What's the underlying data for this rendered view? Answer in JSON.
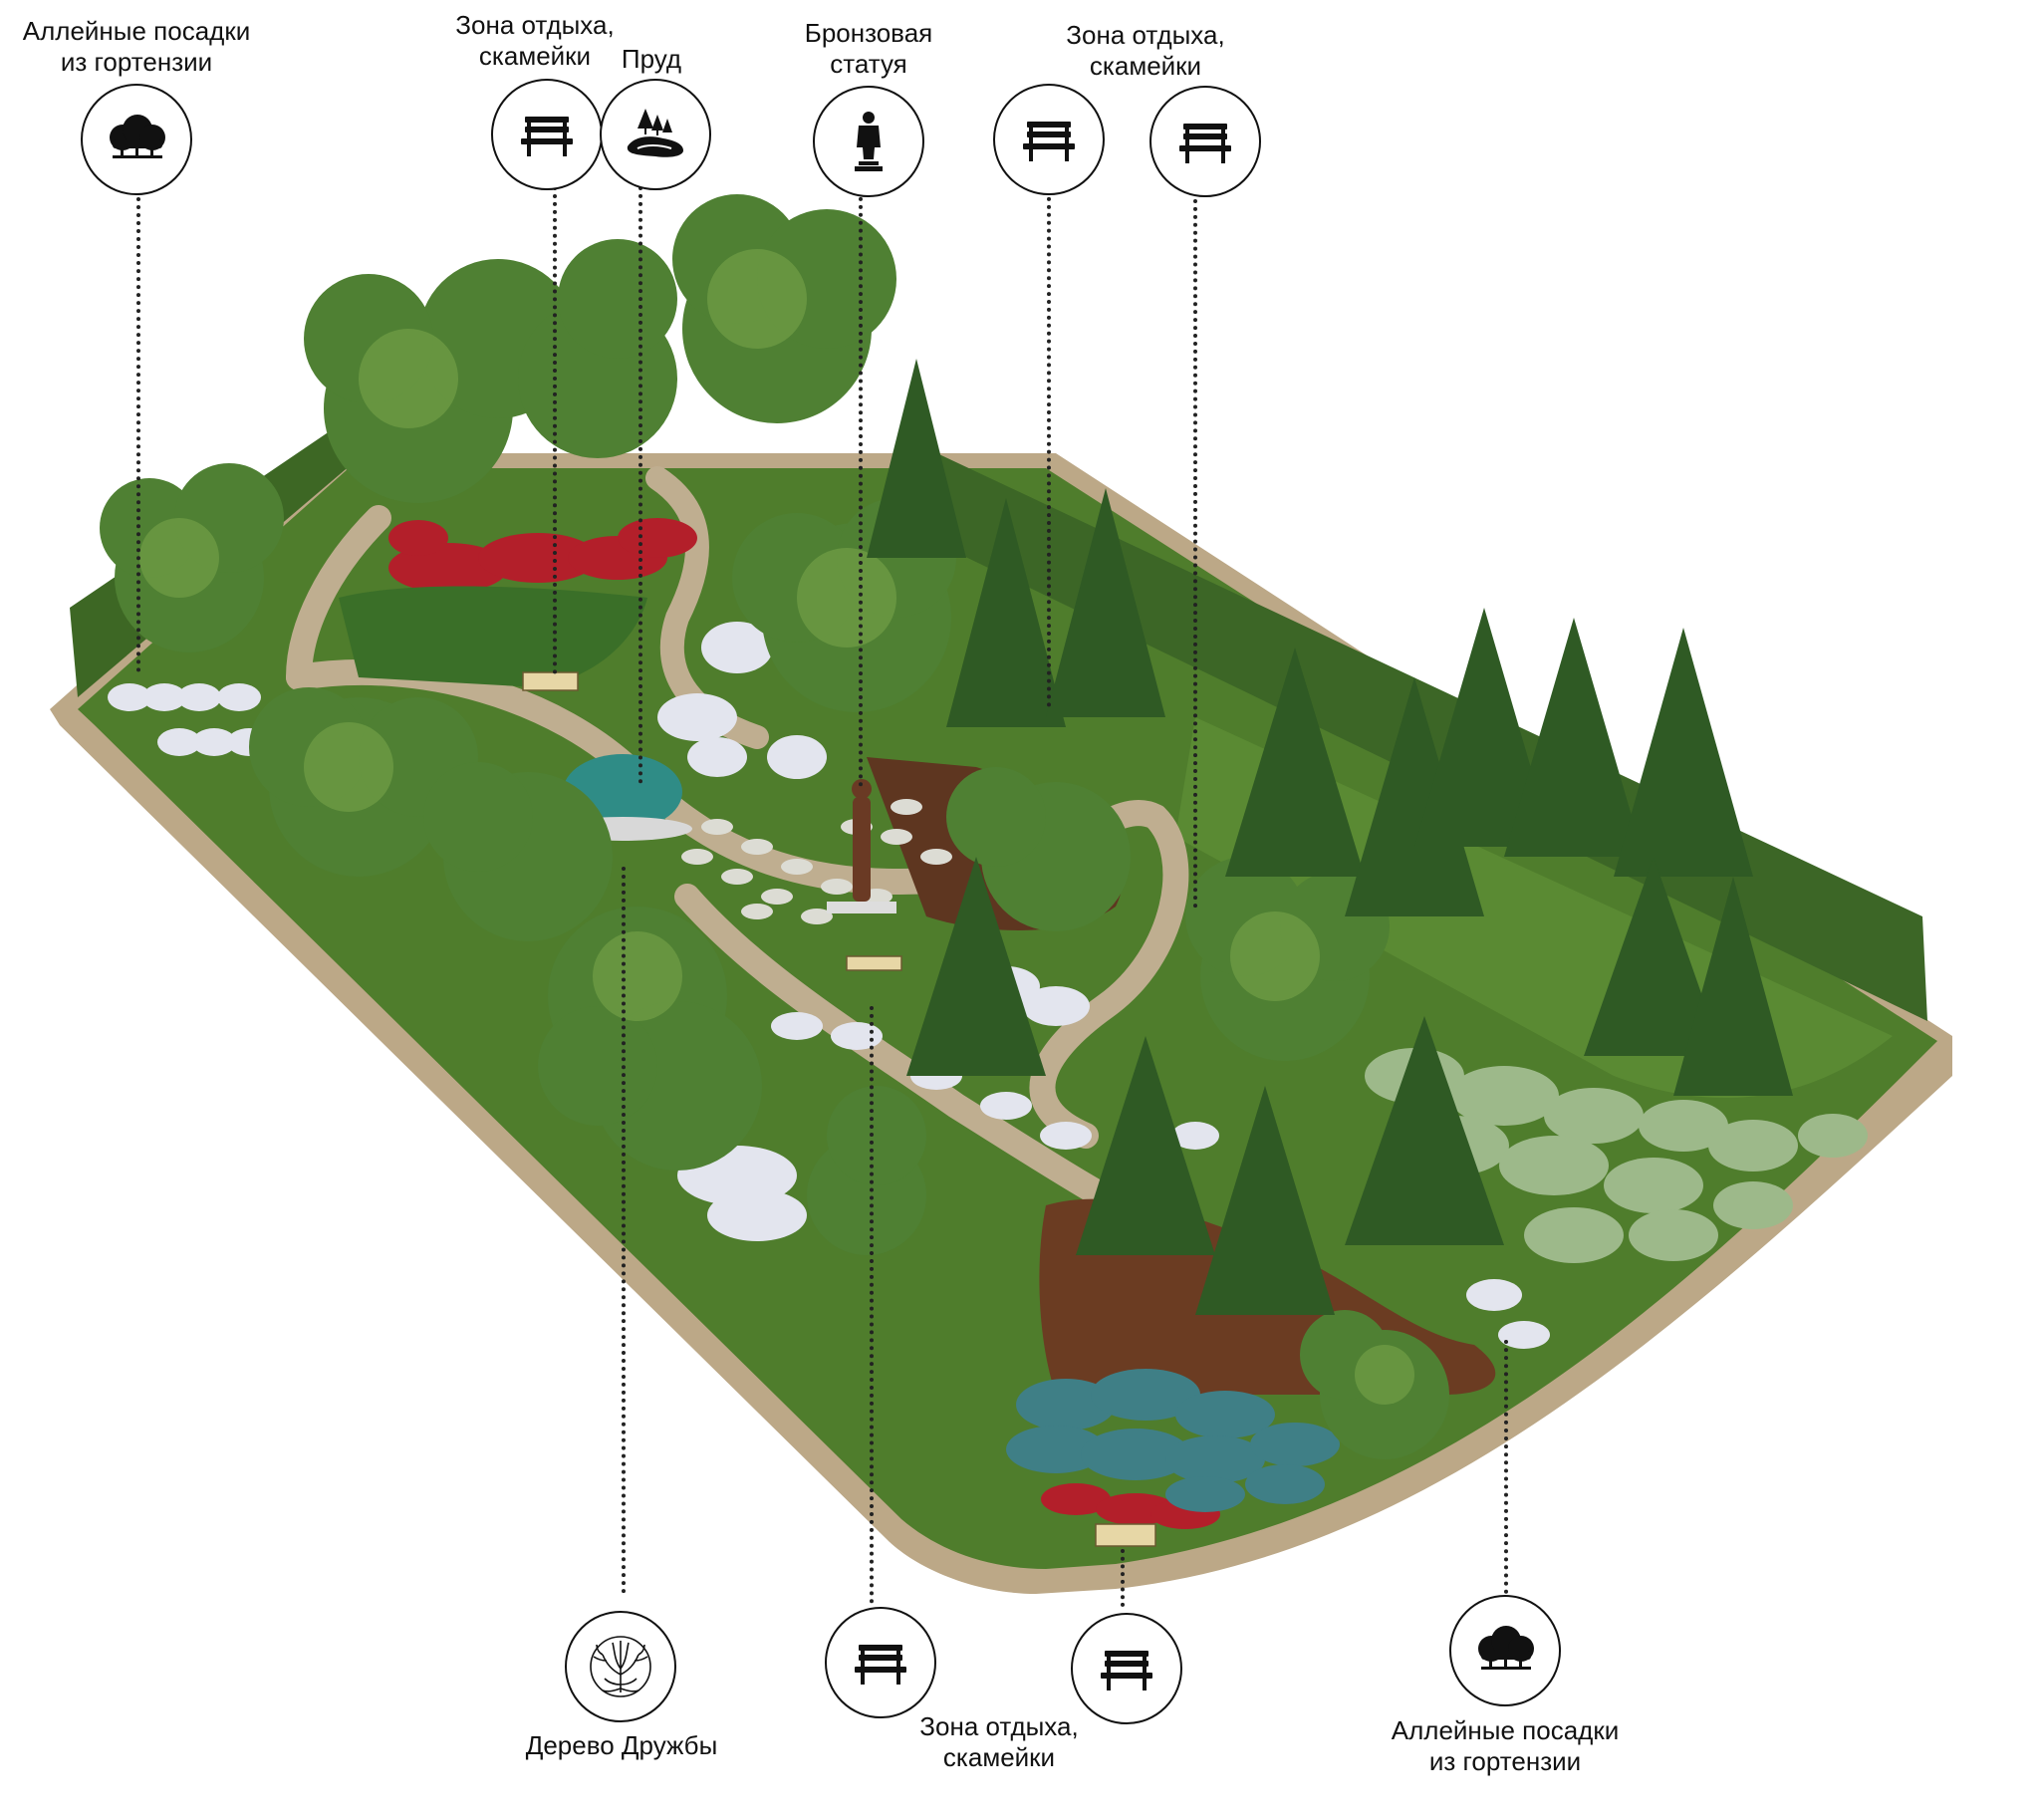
{
  "callouts": {
    "hydrangea_alley_top": {
      "line1": "Аллейные посадки",
      "line2": "из гортензии",
      "icon": "tree-grove-icon"
    },
    "rest_zone_top_left": {
      "line1": "Зона отдыха,",
      "line2": "скамейки",
      "icon": "bench-icon"
    },
    "pond": {
      "line1": "Пруд",
      "icon": "pond-icon"
    },
    "bronze_statue": {
      "line1": "Бронзовая",
      "line2": "статуя",
      "icon": "statue-icon"
    },
    "rest_zone_top_right": {
      "line1": "Зона отдыха,",
      "line2": "скамейки",
      "icon": "bench-icon"
    },
    "friendship_tree": {
      "line1": "Дерево Дружбы",
      "icon": "tree-of-life-icon"
    },
    "rest_zone_bottom": {
      "line1": "Зона отдыха,",
      "line2": "скамейки",
      "icon": "bench-icon"
    },
    "hydrangea_alley_bottom": {
      "line1": "Аллейные посадки",
      "line2": "из гортензии",
      "icon": "tree-grove-icon"
    }
  },
  "colors": {
    "lawn": "#4f7d2c",
    "lawn_light": "#6a9a3a",
    "path": "#b9a483",
    "hedge": "#3f6a26",
    "conifer": "#2f5a24",
    "deciduous": "#4f8033",
    "red_flowers": "#b31f2a",
    "white_hydrangea": "#e4e6ef",
    "blue_hydrangea": "#3f7f86",
    "mulch": "#6b3c22",
    "pond": "#2f8c86",
    "icon_stroke": "#111111"
  }
}
